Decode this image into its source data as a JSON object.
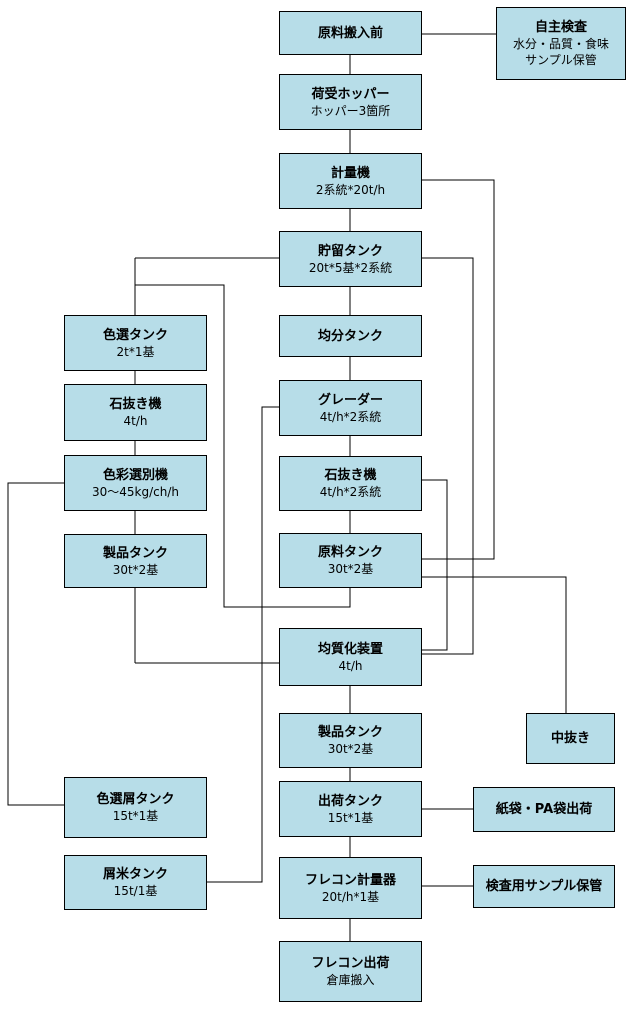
{
  "nodes": {
    "raw_arrival": {
      "title": "原料搬入前"
    },
    "self_inspection": {
      "title": "自主検査",
      "lines": [
        "水分・品質・食味",
        "サンプル保管"
      ]
    },
    "receiving_hopper": {
      "title": "荷受ホッパー",
      "lines": [
        "ホッパー3箇所"
      ]
    },
    "weigher": {
      "title": "計量機",
      "lines": [
        "2系統*20t/h"
      ]
    },
    "storage_tank": {
      "title": "貯留タンク",
      "lines": [
        "20t*5基*2系統"
      ]
    },
    "distribution_tank": {
      "title": "均分タンク"
    },
    "color_sort_tank": {
      "title": "色選タンク",
      "lines": [
        "2t*1基"
      ]
    },
    "destoner_left": {
      "title": "石抜き機",
      "lines": [
        "4t/h"
      ]
    },
    "grader": {
      "title": "グレーダー",
      "lines": [
        "4t/h*2系統"
      ]
    },
    "color_sorter": {
      "title": "色彩選別機",
      "lines": [
        "30～45kg/ch/h"
      ]
    },
    "destoner_center": {
      "title": "石抜き機",
      "lines": [
        "4t/h*2系統"
      ]
    },
    "product_tank_left": {
      "title": "製品タンク",
      "lines": [
        "30t*2基"
      ]
    },
    "raw_tank": {
      "title": "原料タンク",
      "lines": [
        "30t*2基"
      ]
    },
    "homogenizer": {
      "title": "均質化装置",
      "lines": [
        "4t/h"
      ]
    },
    "product_tank_center": {
      "title": "製品タンク",
      "lines": [
        "30t*2基"
      ]
    },
    "mid_extraction": {
      "title": "中抜き"
    },
    "color_reject_tank": {
      "title": "色選屑タンク",
      "lines": [
        "15t*1基"
      ]
    },
    "shipping_tank": {
      "title": "出荷タンク",
      "lines": [
        "15t*1基"
      ]
    },
    "bag_shipping": {
      "title": "紙袋・PA袋出荷"
    },
    "broken_rice_tank": {
      "title": "屑米タンク",
      "lines": [
        "15t/1基"
      ]
    },
    "flexcon_weigher": {
      "title": "フレコン計量器",
      "lines": [
        "20t/h*1基"
      ]
    },
    "inspection_sample": {
      "title": "検査用サンプル保管"
    },
    "flexcon_shipping": {
      "title": "フレコン出荷",
      "lines": [
        "倉庫搬入"
      ]
    }
  },
  "colors": {
    "box_fill": "#b7dde8",
    "border": "#000000",
    "line": "#000000"
  }
}
